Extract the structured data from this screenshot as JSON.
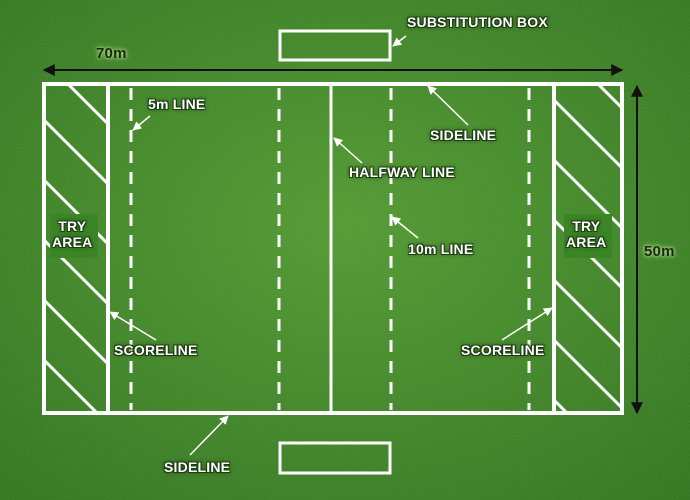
{
  "labels": {
    "substitution_box": "SUBSTITUTION BOX",
    "width_dimension": "70m",
    "length_dimension": "50m",
    "five_m_line": "5m LINE",
    "sideline_top": "SIDELINE",
    "halfway_line": "HALFWAY LINE",
    "ten_m_line": "10m LINE",
    "try_area_left": "TRY\nAREA",
    "try_area_right": "TRY\nAREA",
    "scoreline_left": "SCORELINE",
    "scoreline_right": "SCORELINE",
    "sideline_bottom": "SIDELINE"
  },
  "colors": {
    "grass_dark": "#2f7420",
    "grass_light": "#57a236",
    "line": "#ffffff",
    "arrow": "#111111"
  }
}
